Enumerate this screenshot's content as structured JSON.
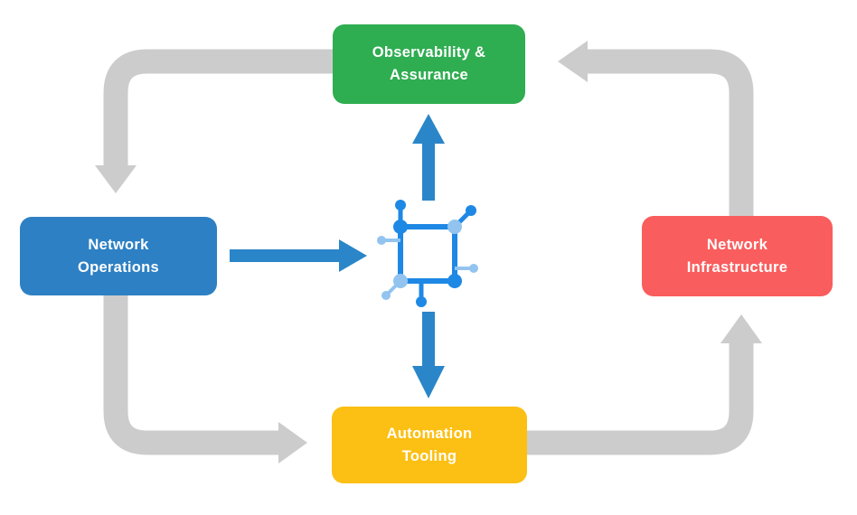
{
  "diagram": {
    "nodes": {
      "observability_assurance": {
        "line1": "Observability &",
        "line2": "Assurance",
        "color": "#2fad51"
      },
      "network_operations": {
        "line1": "Network",
        "line2": "Operations",
        "color": "#2d80c3"
      },
      "network_infrastructure": {
        "line1": "Network",
        "line2": "Infrastructure",
        "color": "#fa5d5d"
      },
      "automation_tooling": {
        "line1": "Automation",
        "line2": "Tooling",
        "color": "#fcbf13"
      }
    },
    "center_icon": "network-node-icon",
    "colors": {
      "cycle_arrow": "#cccccc",
      "flow_arrow": "#2a86c8",
      "icon_dark": "#1e88e5",
      "icon_light": "#93c4ef",
      "label_text": "#ffffff",
      "background": "#ffffff"
    }
  }
}
